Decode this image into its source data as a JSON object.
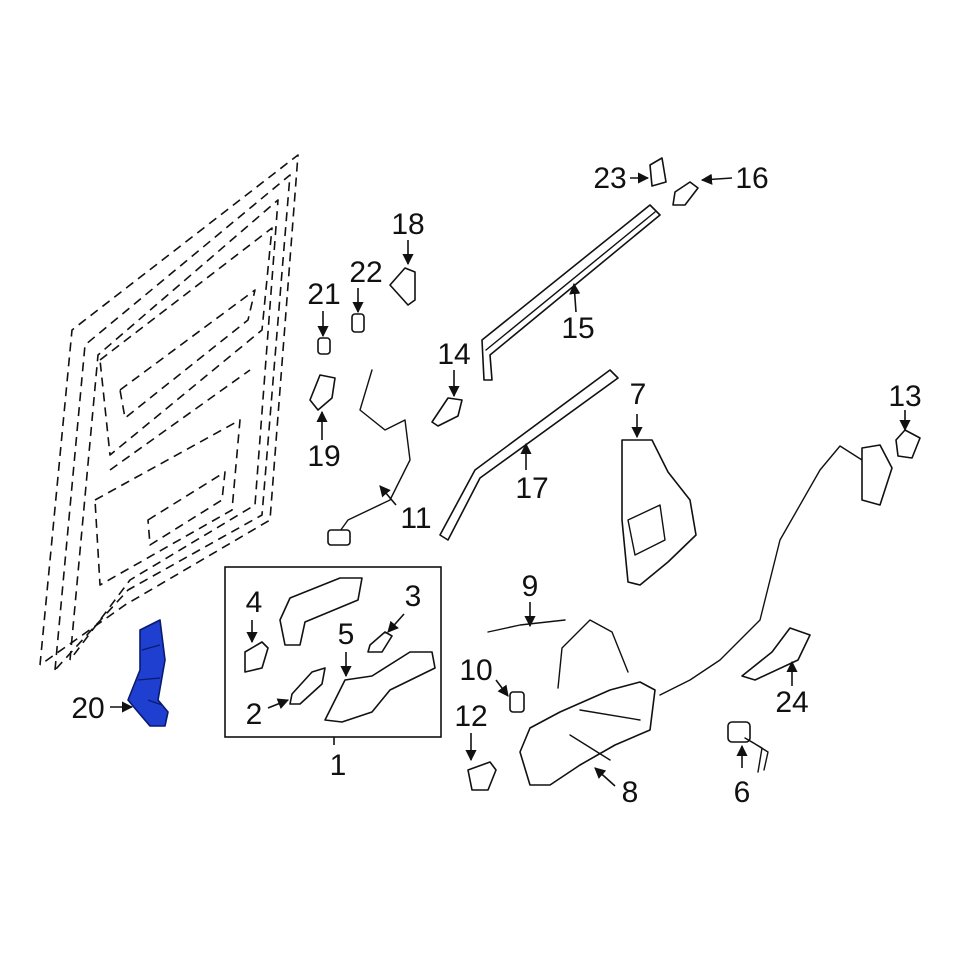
{
  "diagram": {
    "highlight_color": "#1f3fd0",
    "callouts": [
      "1",
      "2",
      "3",
      "4",
      "5",
      "6",
      "7",
      "8",
      "9",
      "10",
      "11",
      "12",
      "13",
      "14",
      "15",
      "16",
      "17",
      "18",
      "19",
      "20",
      "21",
      "22",
      "23",
      "24"
    ]
  }
}
